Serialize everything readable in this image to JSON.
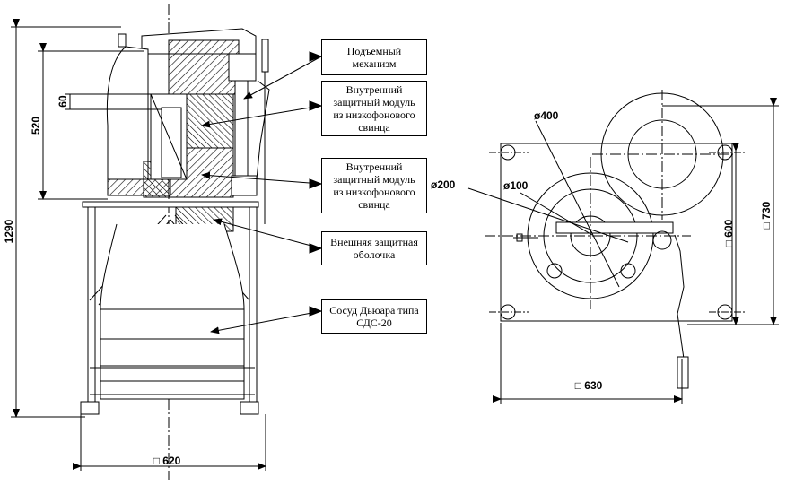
{
  "callouts": {
    "lift": {
      "lines": [
        "Подъемный",
        "механизм"
      ]
    },
    "inner_top": {
      "lines": [
        "Внутренний",
        "защитный модуль",
        "из низкофонового",
        "свинца"
      ]
    },
    "inner_bottom": {
      "lines": [
        "Внутренний",
        "защитный модуль",
        "из низкофонового",
        "свинца"
      ]
    },
    "outer": {
      "lines": [
        "Внешняя защитная",
        "оболочка"
      ]
    },
    "dewar": {
      "lines": [
        "Сосуд Дьюара типа",
        "СДС-20"
      ]
    }
  },
  "dimensions": {
    "height_total": "1290",
    "height_520": "520",
    "height_60": "60",
    "width_620": "□ 620",
    "width_630": "□ 630",
    "height_600": "□ 600",
    "height_730": "□ 730",
    "d400": "ø400",
    "d200": "ø200",
    "d100": "ø100"
  }
}
